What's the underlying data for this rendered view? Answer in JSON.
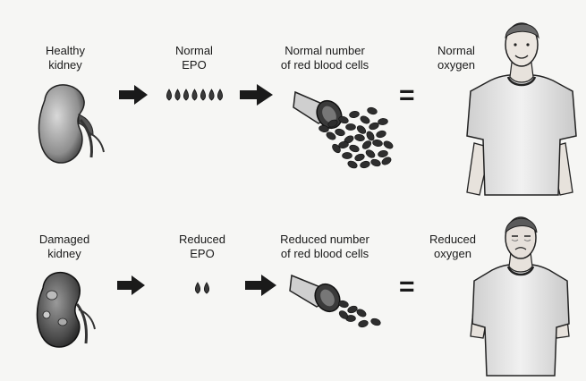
{
  "rows": [
    {
      "kidney_label": "Healthy\nkidney",
      "epo_label": "Normal\nEPO",
      "epo_drop_count": 7,
      "cells_label": "Normal number\nof red blood cells",
      "equals_sign": "=",
      "oxygen_label": "Normal\noxygen"
    },
    {
      "kidney_label": "Damaged\nkidney",
      "epo_label": "Reduced\nEPO",
      "epo_drop_count": 2,
      "cells_label": "Reduced number\nof red blood cells",
      "equals_sign": "=",
      "oxygen_label": "Reduced\noxygen"
    }
  ],
  "icons": [
    "kidney-icon",
    "arrow-icon",
    "epo-drop-icon",
    "blood-vessel-icon",
    "red-blood-cell-icon",
    "person-icon"
  ],
  "colors": {
    "ink": "#1a1a1a",
    "fill": "#bdbdbd",
    "shirt": "#e9e9e9",
    "background": "#f6f6f4"
  }
}
